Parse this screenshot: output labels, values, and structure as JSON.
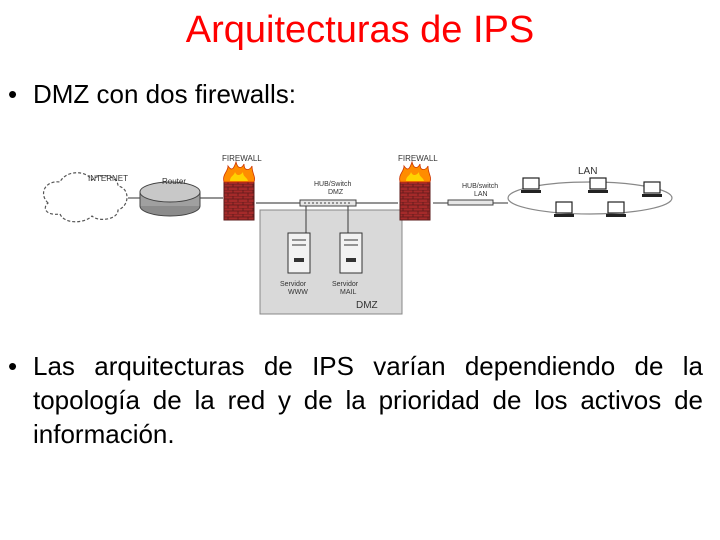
{
  "title": "Arquitecturas de IPS",
  "bullets": [
    "DMZ con dos firewalls:",
    "Las arquitecturas de IPS varían dependiendo de la topología de la red y de la prioridad de los activos de información."
  ],
  "bullet_symbol": "•",
  "diagram": {
    "internet_label": "INTERNET",
    "router_label": "Router",
    "firewall1_label": "FIREWALL",
    "firewall2_label": "FIREWALL",
    "hub_dmz_label": [
      "HUB/Switch",
      "DMZ"
    ],
    "hub_lan_label": [
      "HUB/switch",
      "LAN"
    ],
    "lan_label": "LAN",
    "server_www_label": [
      "Servidor",
      "WWW"
    ],
    "server_mail_label": [
      "Servidor",
      "MAIL"
    ],
    "dmz_label": "DMZ"
  },
  "colors": {
    "title": "#ff0000",
    "firewall_brick": "#a52a2a",
    "firewall_flame": "#ff8c00",
    "dmz_box": "#d9d9d9"
  }
}
